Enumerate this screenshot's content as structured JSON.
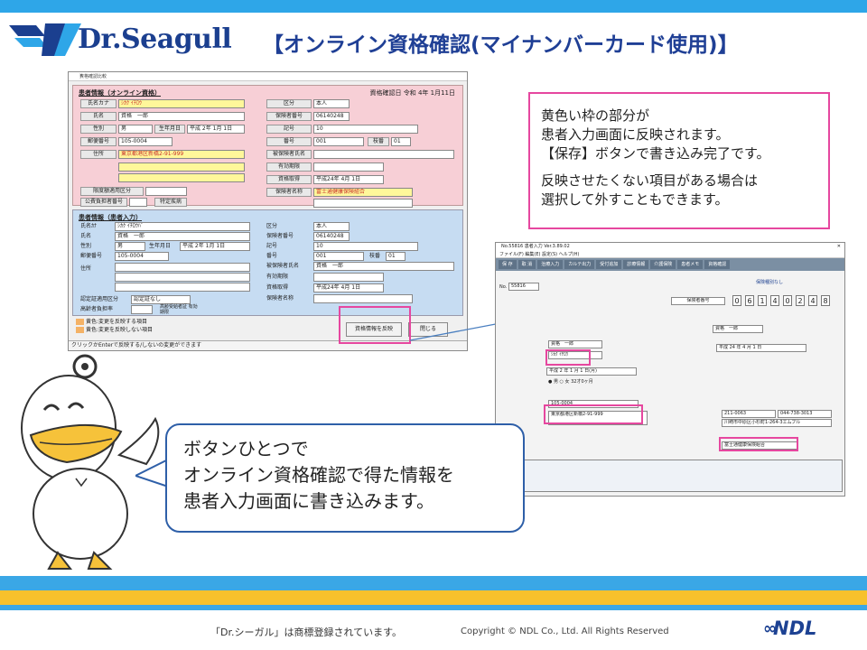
{
  "header": {
    "logo_text": "Dr.Seagull",
    "title": "【オンライン資格確認(マイナンバーカード使用)】"
  },
  "dialog": {
    "window_title": "資格確認比較",
    "online": {
      "heading": "患者情報（オンライン資格）",
      "confirmed": "資格確認日 令和 4年 1月11日",
      "kana_label": "氏名カナ",
      "kana": "ｼｶｸ ｲﾁﾛｳ",
      "name_label": "氏名",
      "name": "資格　一郎",
      "sex_label": "性別",
      "sex": "男",
      "dob_label": "生年月日",
      "dob": "平成 2年 1月 1日",
      "zip_label": "郵便番号",
      "zip": "105-0004",
      "addr_label": "住所",
      "addr": "東京都港区新橋2-91-999",
      "burden_label": "区分",
      "burden": "本人",
      "insurer_label": "保険者番号",
      "insurer": "06140248",
      "symbol_label": "記号",
      "symbol": "10",
      "number_label": "番号",
      "number": "001",
      "branch_label": "枝番",
      "branch": "01",
      "insured_label": "被保険者氏名",
      "valid_from_label": "有効期限",
      "acquired_label": "資格取得",
      "acquired": "平成24年 4月 1日",
      "insurer_name_label": "保険者名称",
      "insurer_name": "富士通健康保険組合",
      "limit_label": "限度額適用区分",
      "cert_label": "公費負担者番号",
      "cert2_label": "特定疾病"
    },
    "patient": {
      "heading": "患者情報（患者入力）",
      "kana_label": "氏名ｶﾅ",
      "kana": "ｼｶｸ ｲﾁﾛｳﾊﾞ",
      "name_label": "氏名",
      "name": "資格　一郎",
      "sex_label": "性別",
      "sex": "男",
      "dob_label": "生年月日",
      "dob": "平成 2年 1月 1日",
      "zip_label": "郵便番号",
      "zip": "105-0004",
      "addr_label": "住所",
      "burden_label": "区分",
      "burden": "本人",
      "insurer_label": "保険者番号",
      "insurer": "06140248",
      "symbol_label": "記号",
      "symbol": "10",
      "number_label": "番号",
      "number": "001",
      "branch_label": "枝番",
      "branch": "01",
      "insured_label": "被保険者氏名",
      "insured": "資格　一郎",
      "valid_label": "有効期限",
      "acquired_label": "資格取得",
      "acquired": "平成24年 4月 1日",
      "insurer_name_label": "保険者名称",
      "limit_label": "認定証適用区分",
      "limit": "認定証なし",
      "elderly_label": "高齢者負担率",
      "elderly_extra": "高齢受給者証 有効期限"
    },
    "legend_reflect": "反映する項目",
    "legend_noreflect": "反映しない項目",
    "legend_reflect_prefix": "黄色:変更を",
    "legend_noreflect_prefix": "黄色:変更を",
    "apply_button": "資格情報を反映",
    "close_button": "閉じる",
    "status": "クリックかEnterで反映する/しないの変更ができます"
  },
  "explain": {
    "line1": "黄色い枠の部分が",
    "line2": "患者入力画面に反映されます。",
    "line3": "【保存】ボタンで書き込み完了です。",
    "line4": "反映させたくない項目がある場合は",
    "line5": "選択して外すこともできます。"
  },
  "screen2": {
    "title": "No.55816 患者入力 Ver.3.89.02",
    "menu": "ファイル(F)  編集(E)  設定(S)  ヘルプ(H)",
    "toolbar": [
      "保 存",
      "取 消",
      "治療入力",
      "カルテ出力",
      "受付追加",
      "診療情報",
      "介護保険",
      "患者メモ",
      "資格確認"
    ],
    "no_label": "No.",
    "no": "55816",
    "insurer_label": "保険者番号",
    "digits": [
      "0",
      "6",
      "1",
      "4",
      "0",
      "2",
      "4",
      "8"
    ],
    "name_kanji": "資格　一郎",
    "name_kana": "ｼｶｸ ｲﾁﾛｳ",
    "dob": "平成  2 年  1 月  1 日(月)",
    "sex": "● 男  ○ 女  32才0ヶ月",
    "zip": "105-0004",
    "addr": "東京都港区新橋2-91-999",
    "insured_name": "資格　一郎",
    "acquired": "平成  24 年  4 月  1 日",
    "workplace": "211-0063",
    "phone": "044-738-3013",
    "work_addr": "川崎市中原区小杉町1-264-3エムブル",
    "insurer_name": "富士通健康保険組合",
    "no_insurer": "保険種別なし"
  },
  "bubble": {
    "line1": "ボタンひとつで",
    "line2": "オンライン資格確認で得た情報を",
    "line3": "患者入力画面に書き込みます。"
  },
  "footer": {
    "trademark": "「Dr.シーガル」は商標登録されています。",
    "copyright": "Copyright © NDL Co., Ltd. All Rights Reserved",
    "brand": "NDL"
  }
}
